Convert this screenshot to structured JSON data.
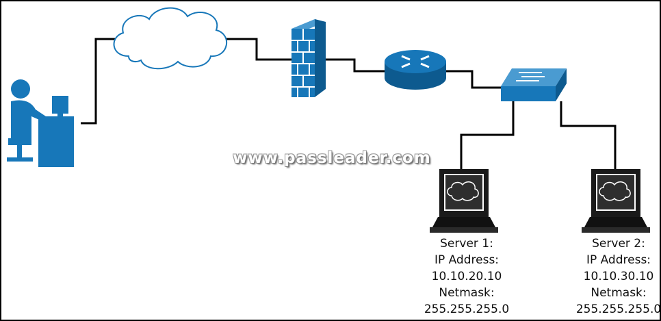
{
  "watermark": "www.passleader.com",
  "colors": {
    "device_blue": "#1777b9",
    "device_dark": "#0d5a8f",
    "line": "#000000",
    "cloud_stroke": "#1777b9",
    "server_fill": "#3a3a3a"
  },
  "icons": {
    "user": "user-at-workstation-icon",
    "cloud": "cloud-icon",
    "firewall": "firewall-brick-wall-icon",
    "router": "router-icon",
    "switch": "switch-icon",
    "server": "server-terminal-icon"
  },
  "servers": [
    {
      "name": "Server 1:",
      "ip_label": "IP Address:",
      "ip": "10.10.20.10",
      "mask_label": "Netmask:",
      "mask": "255.255.255.0"
    },
    {
      "name": "Server 2:",
      "ip_label": "IP Address:",
      "ip": "10.10.30.10",
      "mask_label": "Netmask:",
      "mask": "255.255.255.0"
    }
  ]
}
